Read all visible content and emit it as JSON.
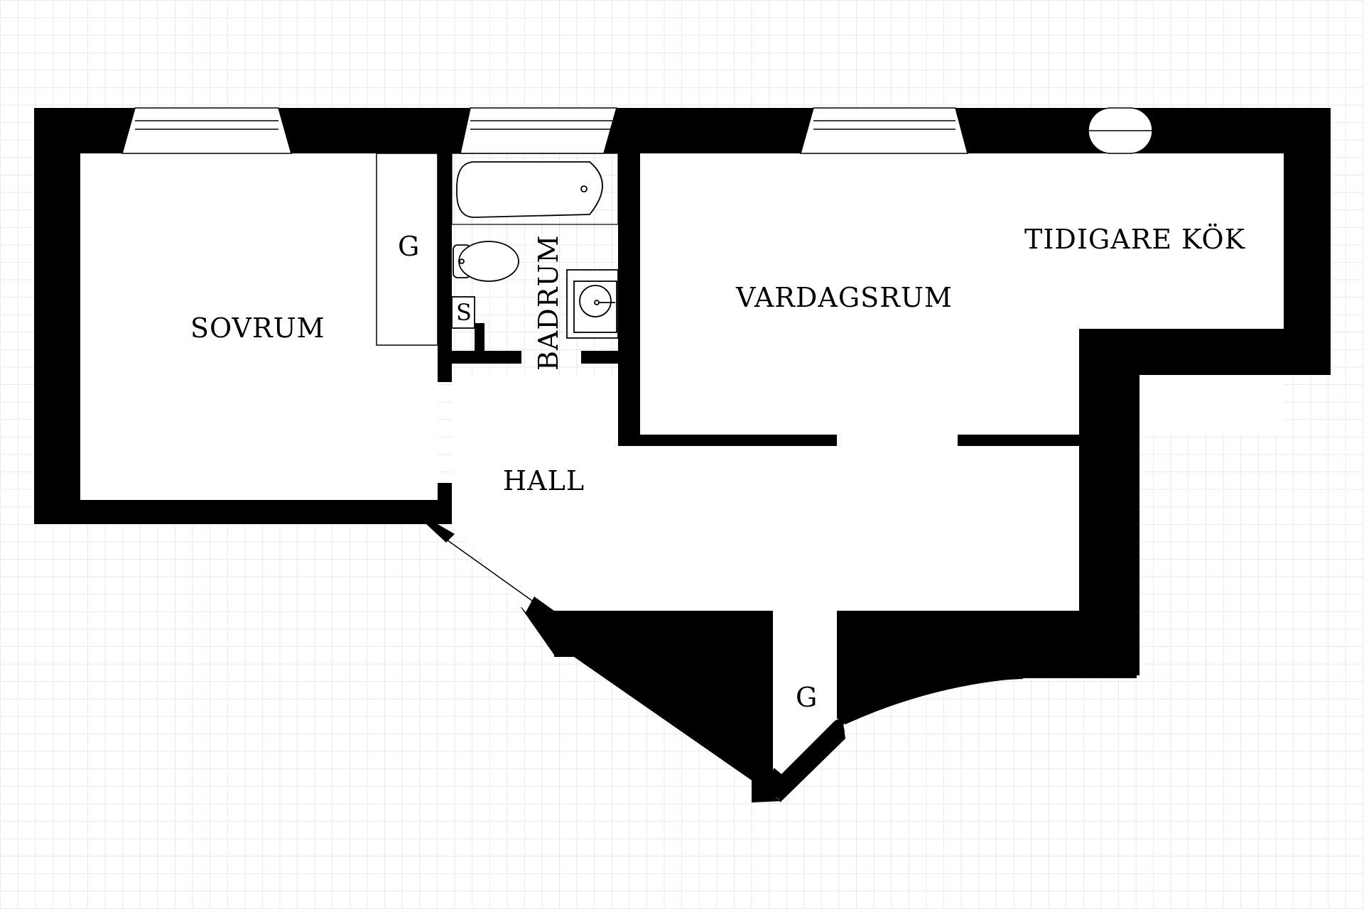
{
  "colors": {
    "wall": "#000000",
    "line": "#000000",
    "background": "#ffffff",
    "grid": "#e9e9e9"
  },
  "rooms": {
    "bedroom": "SOVRUM",
    "bathroom": "BADRUM",
    "hall": "HALL",
    "living_room": "VARDAGSRUM",
    "former_kitchen": "TIDIGARE KÖK"
  },
  "storage": {
    "bedroom_wardrobe": "G",
    "hall_wardrobe": "G",
    "bathroom_cabinet": "S"
  },
  "fixtures": [
    "bathtub-icon",
    "toilet-icon",
    "washbasin-icon",
    "chimney-icon"
  ]
}
